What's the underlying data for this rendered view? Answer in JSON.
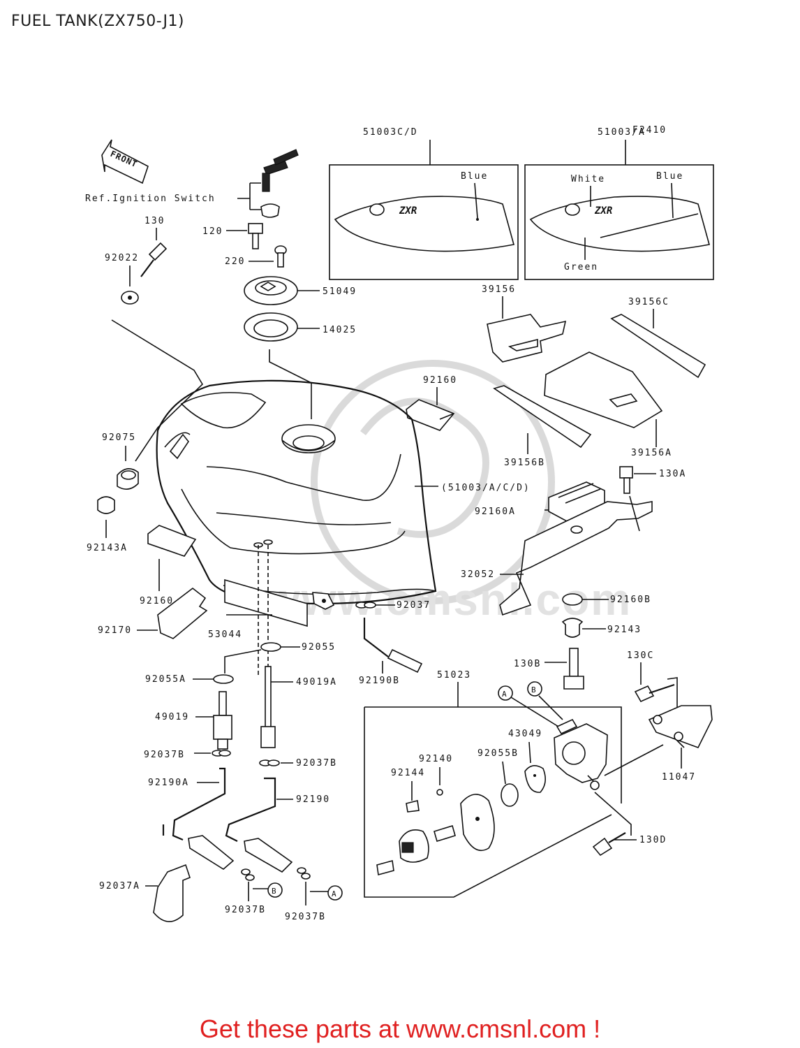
{
  "title": "FUEL TANK(ZX750-J1)",
  "figure_code": "F2410",
  "front_label": "FRONT",
  "watermark": "www.cmsnl.com",
  "footer": "Get these parts at www.cmsnl.com !",
  "callouts": {
    "ref_ignition": "Ref.Ignition Switch",
    "p130": "130",
    "p120": "120",
    "p220": "220",
    "p92022": "92022",
    "p51049": "51049",
    "p14025": "14025",
    "p51003cd": "51003C/D",
    "p51003a": "51003/A",
    "blue1": "Blue",
    "white": "White",
    "blue2": "Blue",
    "green": "Green",
    "p39156": "39156",
    "p39156c": "39156C",
    "p39156a": "39156A",
    "p39156b": "39156B",
    "p92160_top": "92160",
    "p92075": "92075",
    "p51003acd": "(51003/A/C/D)",
    "p130a": "130A",
    "p92160a": "92160A",
    "p92143a": "92143A",
    "p32052": "32052",
    "p92160b": "92160B",
    "p92160_left": "92160",
    "p92037_top": "92037",
    "p92143": "92143",
    "p92170": "92170",
    "p53044": "53044",
    "p92055": "92055",
    "p130b": "130B",
    "p92190b": "92190B",
    "p51023": "51023",
    "p130c": "130C",
    "p92055a": "92055A",
    "p49019a": "49019A",
    "p49019": "49019",
    "circle_a_top": "A",
    "circle_b_top": "B",
    "p43049": "43049",
    "p92037b_left": "92037B",
    "p92140": "92140",
    "p92055b": "92055B",
    "p92037b_mid": "92037B",
    "p92144": "92144",
    "p11047": "11047",
    "p92190a": "92190A",
    "p92190": "92190",
    "p130d": "130D",
    "p92037a": "92037A",
    "circle_b_bot": "B",
    "circle_a_bot": "A",
    "p92037b_bot1": "92037B",
    "p92037b_bot2": "92037B"
  }
}
